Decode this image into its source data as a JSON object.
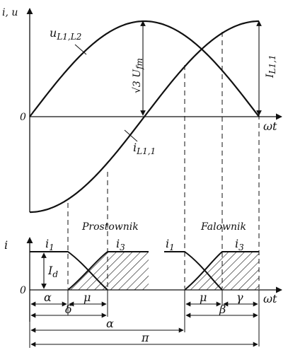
{
  "top_plot": {
    "axis_label_y": "i, u",
    "axis_label_x": "ωt",
    "origin": "0",
    "curve_voltage_label": "u",
    "curve_voltage_sub": "L1,L2",
    "curve_current_label": "i",
    "curve_current_sub": "L1,1",
    "amplitude_voltage_label": "√3 U",
    "amplitude_voltage_sub": "fm",
    "amplitude_current_label": "I",
    "amplitude_current_sub": "L1,1"
  },
  "bottom_plot": {
    "axis_label_y": "i",
    "axis_label_x": "ωt",
    "origin": "0",
    "rectifier_title": "Prostownik",
    "inverter_title": "Falownik",
    "left_i1": "i",
    "left_i1_sub": "1",
    "left_i3": "i",
    "left_i3_sub": "3",
    "right_i1": "i",
    "right_i1_sub": "1",
    "right_i3": "i",
    "right_i3_sub": "3",
    "id_label": "I",
    "id_sub": "d"
  },
  "dimensions": {
    "alpha_short": "α",
    "mu_left": "μ",
    "delta": "δ",
    "alpha_long": "α",
    "mu_right": "μ",
    "gamma": "γ",
    "beta": "β",
    "pi": "π"
  }
}
